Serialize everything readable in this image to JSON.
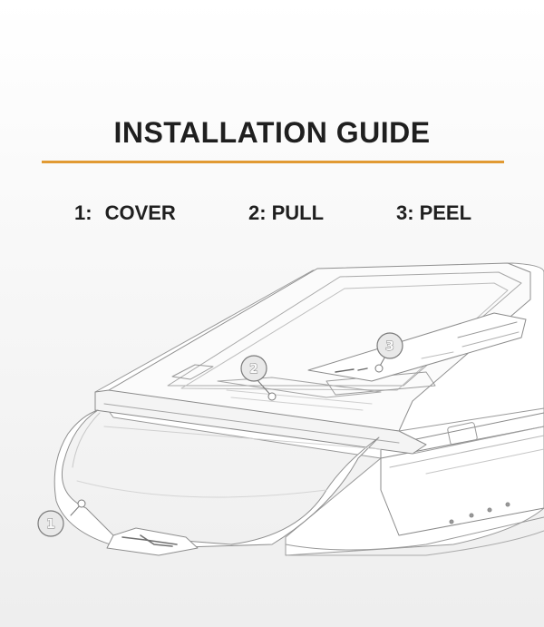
{
  "header": {
    "title": "INSTALLATION GUIDE",
    "accent_color": "#e19a33"
  },
  "steps": [
    {
      "number": "1:",
      "label": "COVER"
    },
    {
      "number": "2:",
      "label": "PULL"
    },
    {
      "number": "3:",
      "label": "PEEL"
    }
  ],
  "illustration": {
    "callouts": [
      "1",
      "2",
      "3"
    ]
  }
}
